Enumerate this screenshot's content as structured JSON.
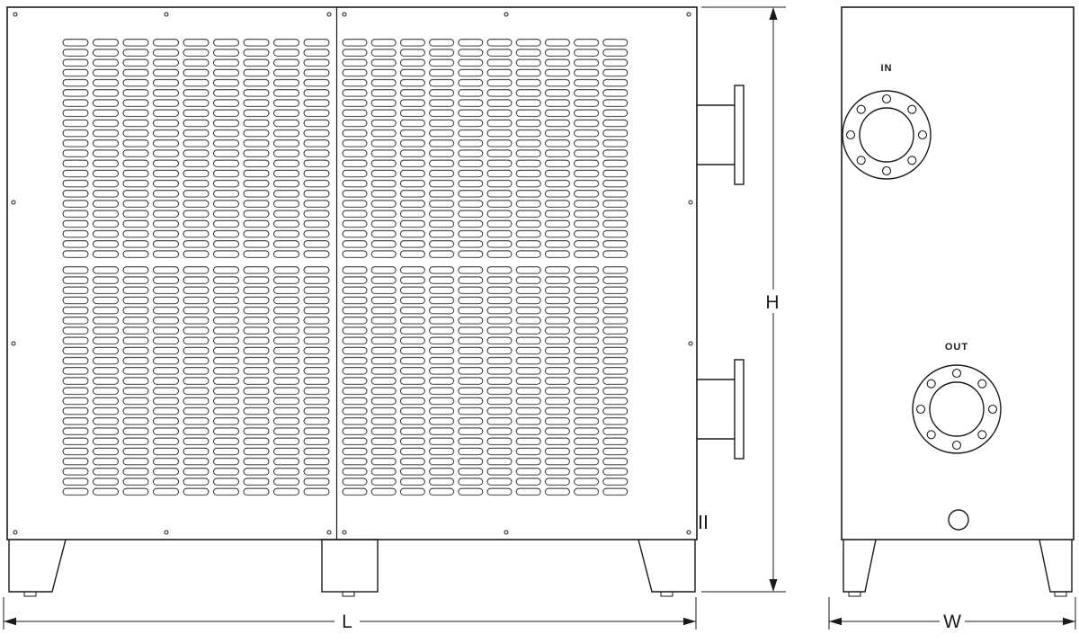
{
  "drawing": {
    "colors": {
      "line": "#1a1a1a",
      "background": "#ffffff"
    },
    "dimension_labels": {
      "height": "H",
      "length": "L",
      "width": "W"
    },
    "port_labels": {
      "inlet": "IN",
      "outlet": "OUT"
    }
  }
}
